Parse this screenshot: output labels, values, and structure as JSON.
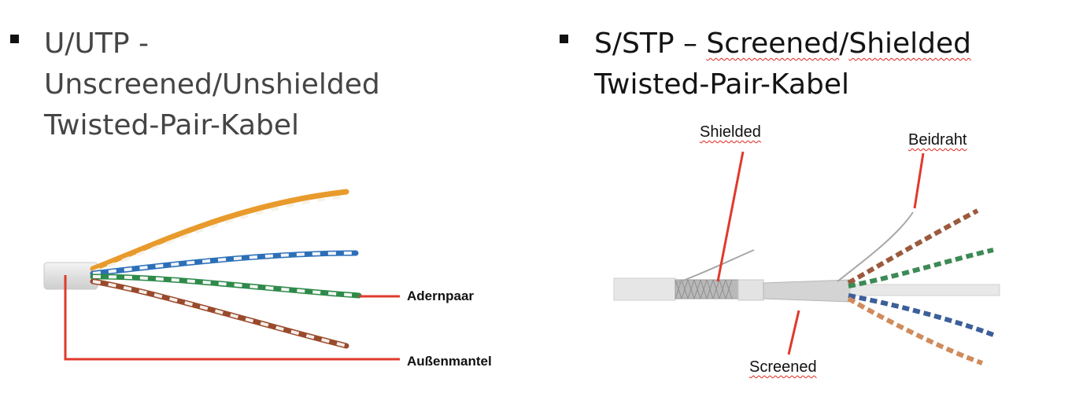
{
  "left": {
    "heading_lines": [
      "U/UTP -",
      "Unscreened/Unshielded",
      "Twisted-Pair-Kabel"
    ],
    "callouts": {
      "pair": "Adernpaar",
      "jacket": "Außenmantel"
    }
  },
  "right": {
    "heading_prefix": "S/STP – ",
    "heading_word1": "Screened",
    "heading_sep": "/",
    "heading_word2": "Shielded",
    "heading_line2": "Twisted-Pair-Kabel",
    "callouts": {
      "shielded": "Shielded",
      "drain": "Beidraht",
      "screened": "Screened"
    }
  },
  "colors": {
    "callout_line": "#e03a2c",
    "spellcheck": "#e0251b",
    "jacket": "#e6e6e6"
  }
}
